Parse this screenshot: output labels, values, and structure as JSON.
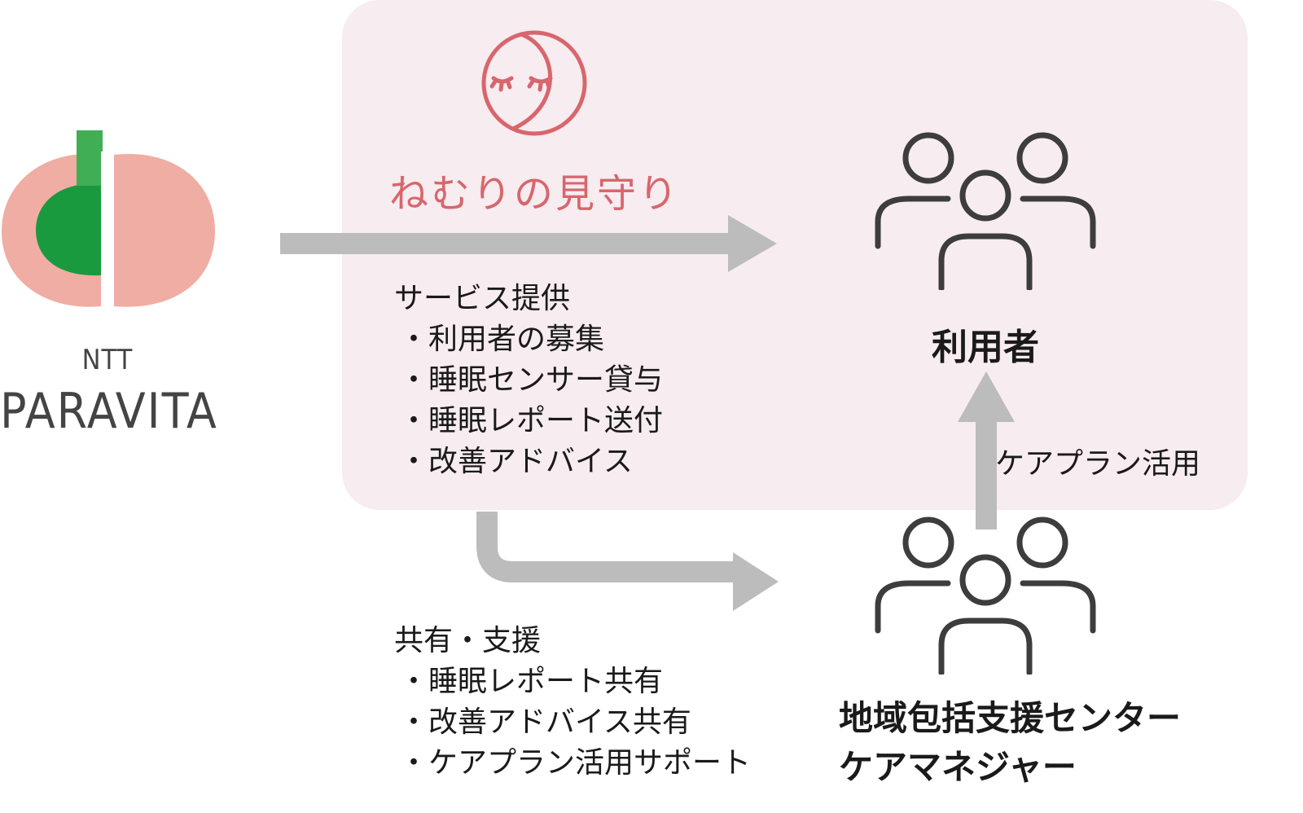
{
  "brand": {
    "name_top": "NTT",
    "name_bottom": "PARAVITA"
  },
  "service": {
    "name": "ねむりの見守り"
  },
  "provide": {
    "title": "サービス提供",
    "items": [
      "・利用者の募集",
      "・睡眠センサー貸与",
      "・睡眠レポート送付",
      "・改善アドバイス"
    ]
  },
  "share": {
    "title": "共有・支援",
    "items": [
      "・睡眠レポート共有",
      "・改善アドバイス共有",
      "・ケアプラン活用サポート"
    ]
  },
  "users": {
    "label": "利用者"
  },
  "care_plan": {
    "label": "ケアプラン活用"
  },
  "center": {
    "line1": "地域包括支援センター",
    "line2": "ケアマネジャー"
  },
  "colors": {
    "panel": "#f7ecef",
    "accent": "#d8666d",
    "arrow": "#bcbcbc",
    "logo_pink": "#f0ada3",
    "logo_green": "#1a9a3e"
  },
  "icons": [
    "paravita-logo-icon",
    "sleep-face-icon",
    "people-group-icon"
  ]
}
